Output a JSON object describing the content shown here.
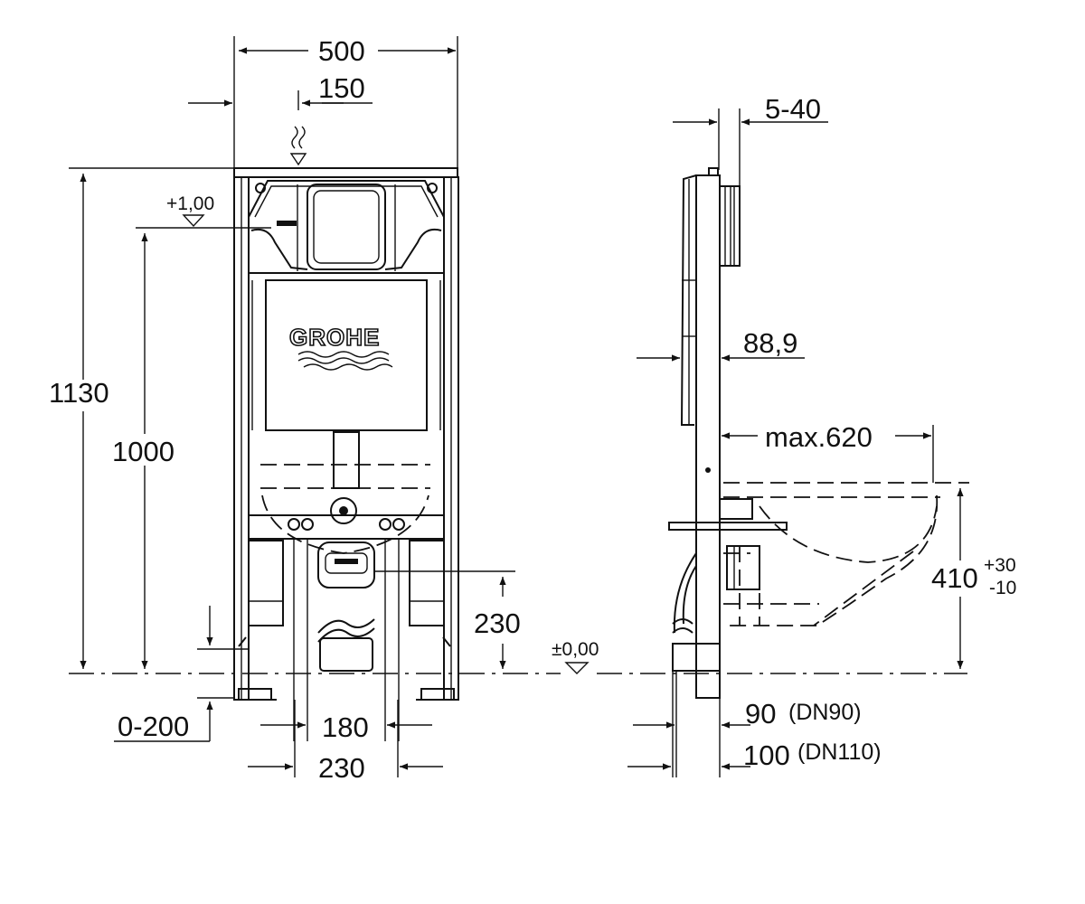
{
  "brand": {
    "logo_text": "GROHE"
  },
  "front_view": {
    "width_total": "500",
    "inlet_offset": "150",
    "height_total": "1130",
    "height_cistern": "1000",
    "level_mark": "+1,00",
    "waste_height": "230",
    "leg_adjust": "0-200",
    "bolt_spacing": "180",
    "outlet_spacing": "230"
  },
  "side_view": {
    "wall_range": "5-40",
    "depth": "88,9",
    "max_projection": "max.620",
    "bowl_height": "410",
    "bowl_tol_plus": "+30",
    "bowl_tol_minus": "-10",
    "floor_level": "±0,00",
    "pipe_90": "90",
    "pipe_90_note": "(DN90)",
    "pipe_100": "100",
    "pipe_100_note": "(DN110)"
  }
}
